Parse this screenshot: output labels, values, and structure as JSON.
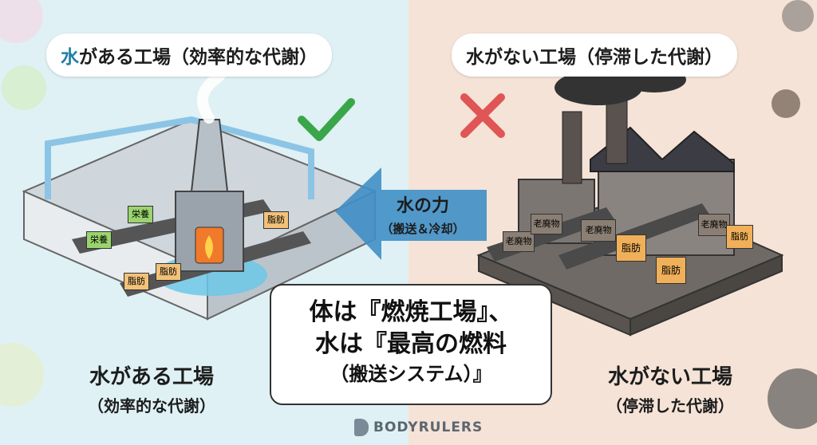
{
  "left_panel": {
    "title_accent": "水",
    "title_rest": "がある工場（効率的な代謝）",
    "bottom_title": "水がある工場",
    "bottom_subtitle": "（効率的な代謝）",
    "check_icon": "check-icon",
    "box_labels": [
      "栄養",
      "栄養",
      "脂肪",
      "脂肪",
      "脂肪"
    ],
    "colors": {
      "background": "#dff1f4",
      "check": "#3aa64a",
      "water": "#6cc8e8"
    }
  },
  "right_panel": {
    "title": "水がない工場（停滞した代謝）",
    "bottom_title": "水がない工場",
    "bottom_subtitle": "（停滞した代謝）",
    "cross_icon": "cross-icon",
    "box_labels": [
      "老廃物",
      "老廃物",
      "老廃物",
      "脂肪",
      "脂肪",
      "老廃物",
      "脂肪"
    ],
    "colors": {
      "background": "#f5e3d7",
      "cross": "#e05555",
      "smoke": "#333333"
    }
  },
  "arrow": {
    "label": "水の力",
    "sublabel": "（搬送＆冷却）",
    "color": "#3f8fc7"
  },
  "center_message": {
    "line1": "体は『燃焼工場』、",
    "line2": "水は『最高の燃料",
    "line3": "（搬送システム）』"
  },
  "brand": {
    "name": "BODYRULERS"
  }
}
